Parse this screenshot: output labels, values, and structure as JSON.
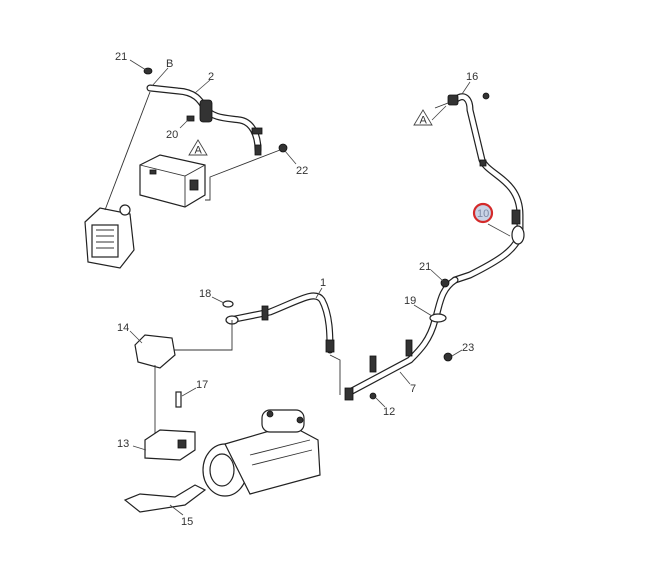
{
  "diagram": {
    "callouts": {
      "c21a": "21",
      "cB": "B",
      "c2": "2",
      "c20": "20",
      "cA1": "A",
      "c22": "22",
      "c16": "16",
      "cA2": "A",
      "c10": "10",
      "c21b": "21",
      "c1": "1",
      "c18": "18",
      "c19": "19",
      "c23": "23",
      "c14": "14",
      "c17": "17",
      "c7": "7",
      "c12": "12",
      "c13": "13",
      "c15": "15"
    },
    "highlight_color": "#d42a2a",
    "highlight_fill": "#c9d3e6"
  }
}
